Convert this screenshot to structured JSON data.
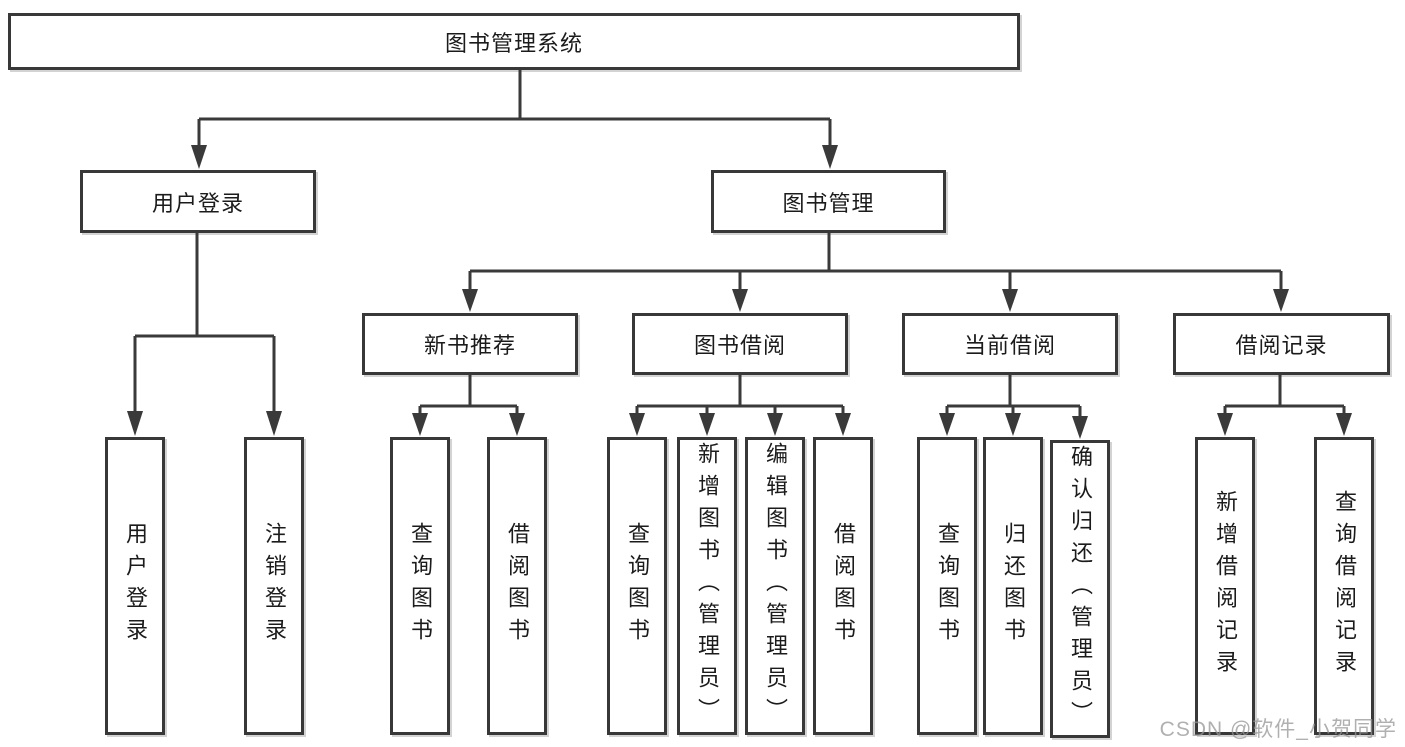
{
  "nodes": {
    "root": {
      "label": "图书管理系统"
    },
    "user_login": {
      "label": "用户登录",
      "children": [
        {
          "label": "用户登录"
        },
        {
          "label": "注销登录"
        }
      ]
    },
    "book_mgmt": {
      "label": "图书管理"
    },
    "new_book": {
      "label": "新书推荐",
      "children": [
        {
          "label": "查询图书"
        },
        {
          "label": "借阅图书"
        }
      ]
    },
    "book_borrow": {
      "label": "图书借阅",
      "children": [
        {
          "label": "查询图书"
        },
        {
          "label": "新增图书（管理员）"
        },
        {
          "label": "编辑图书（管理员）"
        },
        {
          "label": "借阅图书"
        }
      ]
    },
    "current_borrow": {
      "label": "当前借阅",
      "children": [
        {
          "label": "查询图书"
        },
        {
          "label": "归还图书"
        },
        {
          "label": "确认归还（管理员）"
        }
      ]
    },
    "borrow_record": {
      "label": "借阅记录",
      "children": [
        {
          "label": "新增借阅记录"
        },
        {
          "label": "查询借阅记录"
        }
      ]
    },
    "watermark": "CSDN @软件_小贺同学"
  },
  "colors": {
    "line": "#3a3a3a",
    "box_fill": "#ffffff",
    "text": "#1b1b1b",
    "watermark": "#a0a0a0"
  }
}
